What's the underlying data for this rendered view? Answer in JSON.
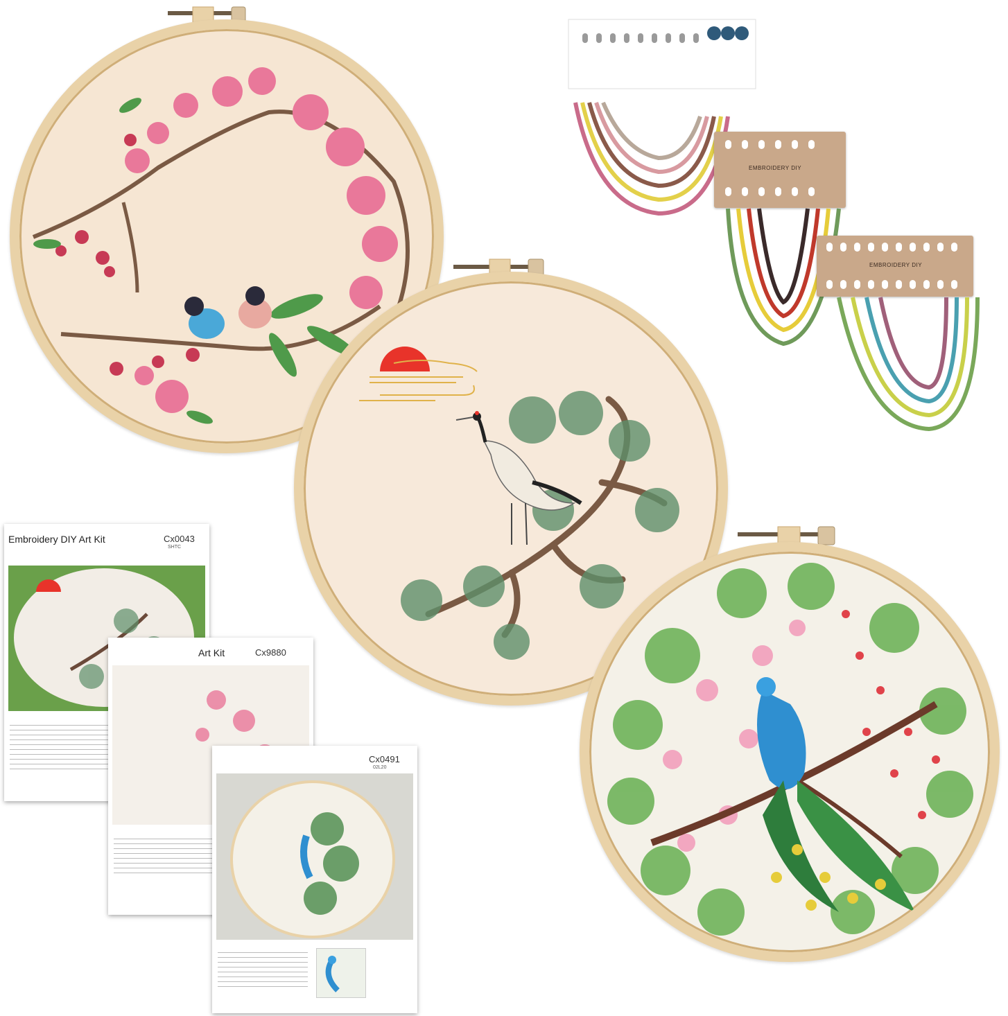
{
  "hoops": [
    {
      "name": "plum-blossom-birds",
      "fabric": "#f6e6d3"
    },
    {
      "name": "crane-pine-sun",
      "fabric": "#f7e9da"
    },
    {
      "name": "peacock-tree",
      "fabric": "#f4f1e8"
    }
  ],
  "thread_cards": [
    {
      "label": "EMBROIDERY DIY"
    },
    {
      "label": "EMBROIDERY DIY"
    }
  ],
  "instruction_sheets": [
    {
      "title": "Embroidery DIY Art Kit",
      "code": "Cx0043",
      "sub": "SHTC"
    },
    {
      "title": "Art Kit",
      "code": "Cx9880",
      "sub": ""
    },
    {
      "title": "",
      "code": "Cx0491",
      "sub": "02L20"
    }
  ],
  "colors": {
    "hoop_wood": "#e9d2a8",
    "pink": "#e9789a",
    "green": "#4f9a4a",
    "sun": "#e8332a"
  }
}
